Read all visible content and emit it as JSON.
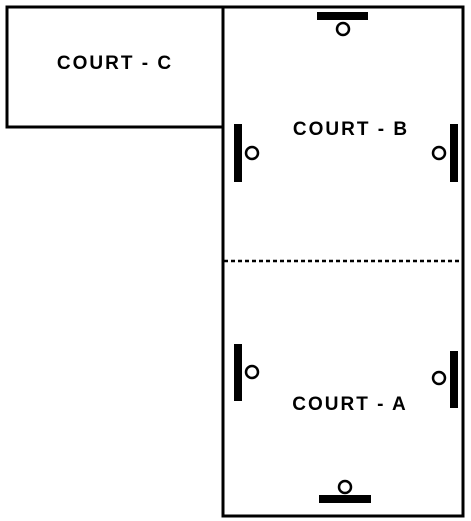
{
  "diagram": {
    "courts": [
      {
        "id": "court-c",
        "label": "COURT - C"
      },
      {
        "id": "court-b",
        "label": "COURT - B"
      },
      {
        "id": "court-a",
        "label": "COURT - A"
      }
    ],
    "colors": {
      "line": "#000000",
      "background": "#ffffff"
    }
  }
}
